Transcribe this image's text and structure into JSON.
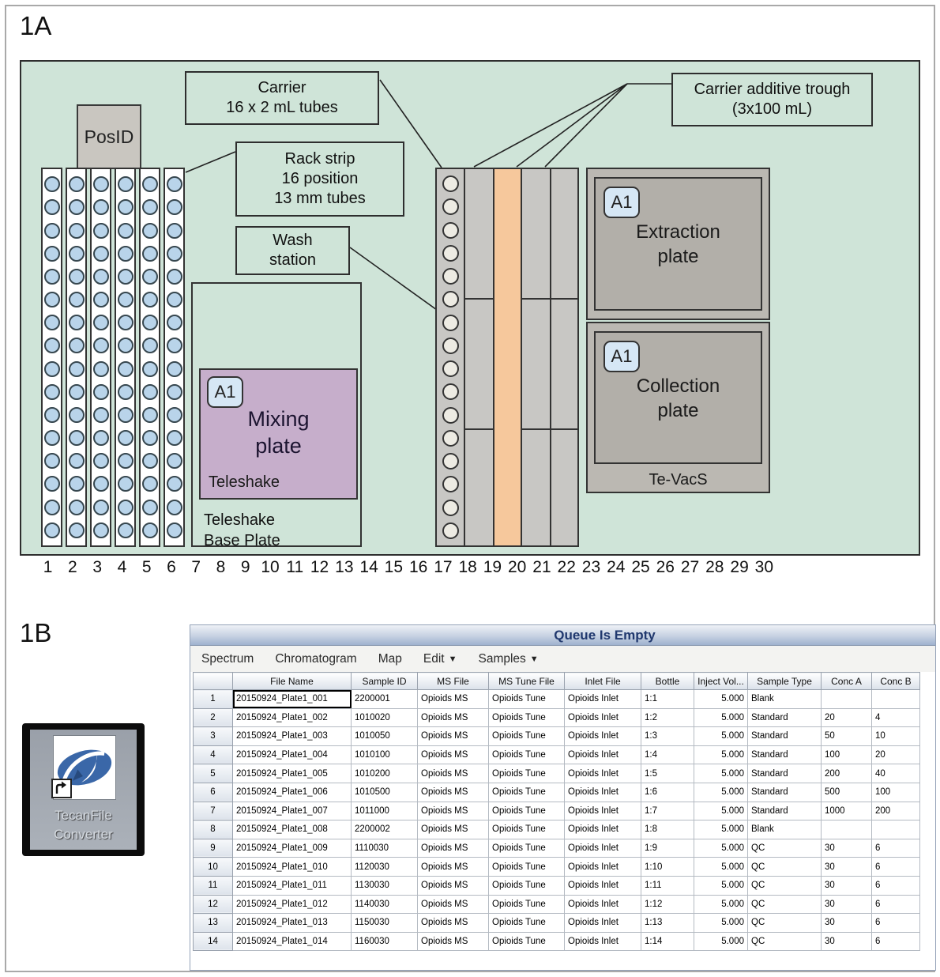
{
  "panels": {
    "a_label": "1A",
    "b_label": "1B"
  },
  "colors": {
    "deck_green": "#cfe4d8",
    "well_blue": "#b9d4ea",
    "carrier_gray": "#c8c7c4",
    "trough_orange": "#f6c89c",
    "plate_gray": "#bbb8b2",
    "plate_inner_gray": "#b2afa9",
    "mixing_purple": "#c6aecb",
    "badge_blue": "#d6e7f5",
    "posid_gray": "#c9c6c0",
    "title_blue": "#20386e",
    "logo_blue": "#3a67a8"
  },
  "deck": {
    "posid": "PosID",
    "rack": {
      "strip_count": 6,
      "wells_per_strip": 16
    },
    "carrier_tube_count": 16,
    "callouts": {
      "carrier": {
        "lines": [
          "Carrier",
          "16 x 2 mL tubes"
        ]
      },
      "rack_strip": {
        "lines": [
          "Rack strip",
          "16 position",
          "13 mm tubes"
        ]
      },
      "wash": {
        "lines": [
          "Wash",
          "station"
        ]
      },
      "additive": {
        "lines": [
          "Carrier additive trough",
          "(3x100 mL)"
        ]
      }
    },
    "tevacs": {
      "extraction": {
        "badge": "A1",
        "line1": "Extraction",
        "line2": "plate"
      },
      "collection": {
        "badge": "A1",
        "line1": "Collection",
        "line2": "plate"
      },
      "unit_label": "Te-VacS"
    },
    "teleshake": {
      "mixing": {
        "badge": "A1",
        "line1": "Mixing",
        "line2": "plate"
      },
      "shaker_label": "Teleshake",
      "base_label_line1": "Teleshake",
      "base_label_line2": "Base Plate"
    },
    "positions": [
      "1",
      "2",
      "3",
      "4",
      "5",
      "6",
      "7",
      "8",
      "9",
      "10",
      "11",
      "12",
      "13",
      "14",
      "15",
      "16",
      "17",
      "18",
      "19",
      "20",
      "21",
      "22",
      "23",
      "24",
      "25",
      "26",
      "27",
      "28",
      "29",
      "30"
    ]
  },
  "desktop_icon": {
    "line1": "TecanFile",
    "line2": "Converter"
  },
  "queue_window": {
    "title": "Queue Is Empty",
    "menus": [
      {
        "label": "Spectrum",
        "dropdown": false
      },
      {
        "label": "Chromatogram",
        "dropdown": false
      },
      {
        "label": "Map",
        "dropdown": false
      },
      {
        "label": "Edit",
        "dropdown": true
      },
      {
        "label": "Samples",
        "dropdown": true
      }
    ],
    "table": {
      "columns": [
        "",
        "File Name",
        "Sample ID",
        "MS File",
        "MS Tune File",
        "Inlet File",
        "Bottle",
        "Inject Vol...",
        "Sample Type",
        "Conc A",
        "Conc B"
      ],
      "selected": {
        "row": 0,
        "col": 1
      },
      "rows": [
        [
          "1",
          "20150924_Plate1_001",
          "2200001",
          "Opioids MS",
          "Opioids Tune",
          "Opioids Inlet",
          "1:1",
          "5.000",
          "Blank",
          "",
          ""
        ],
        [
          "2",
          "20150924_Plate1_002",
          "1010020",
          "Opioids MS",
          "Opioids Tune",
          "Opioids Inlet",
          "1:2",
          "5.000",
          "Standard",
          "20",
          "4"
        ],
        [
          "3",
          "20150924_Plate1_003",
          "1010050",
          "Opioids MS",
          "Opioids Tune",
          "Opioids Inlet",
          "1:3",
          "5.000",
          "Standard",
          "50",
          "10"
        ],
        [
          "4",
          "20150924_Plate1_004",
          "1010100",
          "Opioids MS",
          "Opioids Tune",
          "Opioids Inlet",
          "1:4",
          "5.000",
          "Standard",
          "100",
          "20"
        ],
        [
          "5",
          "20150924_Plate1_005",
          "1010200",
          "Opioids MS",
          "Opioids Tune",
          "Opioids Inlet",
          "1:5",
          "5.000",
          "Standard",
          "200",
          "40"
        ],
        [
          "6",
          "20150924_Plate1_006",
          "1010500",
          "Opioids MS",
          "Opioids Tune",
          "Opioids Inlet",
          "1:6",
          "5.000",
          "Standard",
          "500",
          "100"
        ],
        [
          "7",
          "20150924_Plate1_007",
          "1011000",
          "Opioids MS",
          "Opioids Tune",
          "Opioids Inlet",
          "1:7",
          "5.000",
          "Standard",
          "1000",
          "200"
        ],
        [
          "8",
          "20150924_Plate1_008",
          "2200002",
          "Opioids MS",
          "Opioids Tune",
          "Opioids Inlet",
          "1:8",
          "5.000",
          "Blank",
          "",
          ""
        ],
        [
          "9",
          "20150924_Plate1_009",
          "1110030",
          "Opioids MS",
          "Opioids Tune",
          "Opioids Inlet",
          "1:9",
          "5.000",
          "QC",
          "30",
          "6"
        ],
        [
          "10",
          "20150924_Plate1_010",
          "1120030",
          "Opioids MS",
          "Opioids Tune",
          "Opioids Inlet",
          "1:10",
          "5.000",
          "QC",
          "30",
          "6"
        ],
        [
          "11",
          "20150924_Plate1_011",
          "1130030",
          "Opioids MS",
          "Opioids Tune",
          "Opioids Inlet",
          "1:11",
          "5.000",
          "QC",
          "30",
          "6"
        ],
        [
          "12",
          "20150924_Plate1_012",
          "1140030",
          "Opioids MS",
          "Opioids Tune",
          "Opioids Inlet",
          "1:12",
          "5.000",
          "QC",
          "30",
          "6"
        ],
        [
          "13",
          "20150924_Plate1_013",
          "1150030",
          "Opioids MS",
          "Opioids Tune",
          "Opioids Inlet",
          "1:13",
          "5.000",
          "QC",
          "30",
          "6"
        ],
        [
          "14",
          "20150924_Plate1_014",
          "1160030",
          "Opioids MS",
          "Opioids Tune",
          "Opioids Inlet",
          "1:14",
          "5.000",
          "QC",
          "30",
          "6"
        ]
      ]
    }
  }
}
